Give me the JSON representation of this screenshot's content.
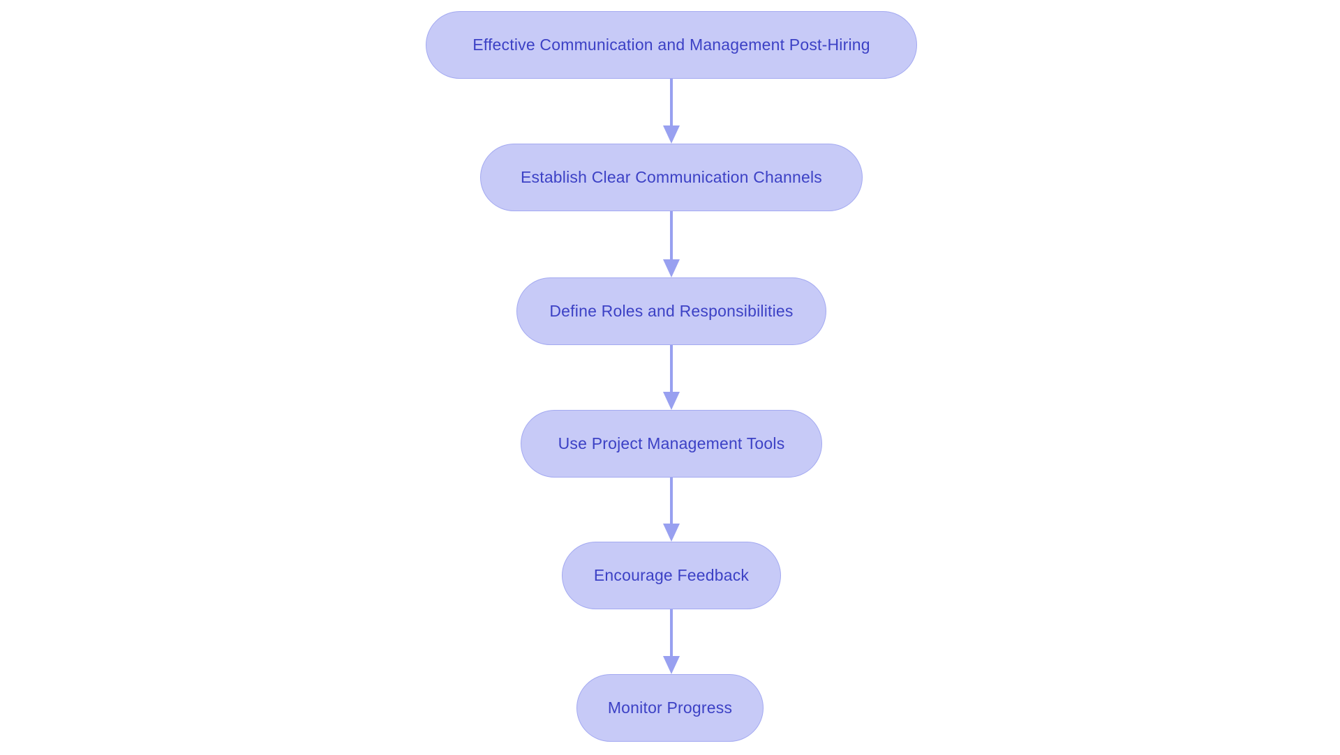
{
  "diagram": {
    "title": "Effective Communication and Management Post-Hiring flowchart",
    "type": "flowchart",
    "direction": "top-down",
    "colors": {
      "background": "#ffffff",
      "node_fill": "#c7caf7",
      "node_border": "#a3a9f1",
      "text": "#3c41c5",
      "arrow": "#98a0f0"
    },
    "nodes": [
      {
        "id": "n1",
        "label": "Effective Communication and Management Post-Hiring"
      },
      {
        "id": "n2",
        "label": "Establish Clear Communication Channels"
      },
      {
        "id": "n3",
        "label": "Define Roles and Responsibilities"
      },
      {
        "id": "n4",
        "label": "Use Project Management Tools"
      },
      {
        "id": "n5",
        "label": "Encourage Feedback"
      },
      {
        "id": "n6",
        "label": "Monitor Progress"
      }
    ],
    "edges": [
      {
        "from": "n1",
        "to": "n2"
      },
      {
        "from": "n2",
        "to": "n3"
      },
      {
        "from": "n3",
        "to": "n4"
      },
      {
        "from": "n4",
        "to": "n5"
      },
      {
        "from": "n5",
        "to": "n6"
      }
    ]
  }
}
